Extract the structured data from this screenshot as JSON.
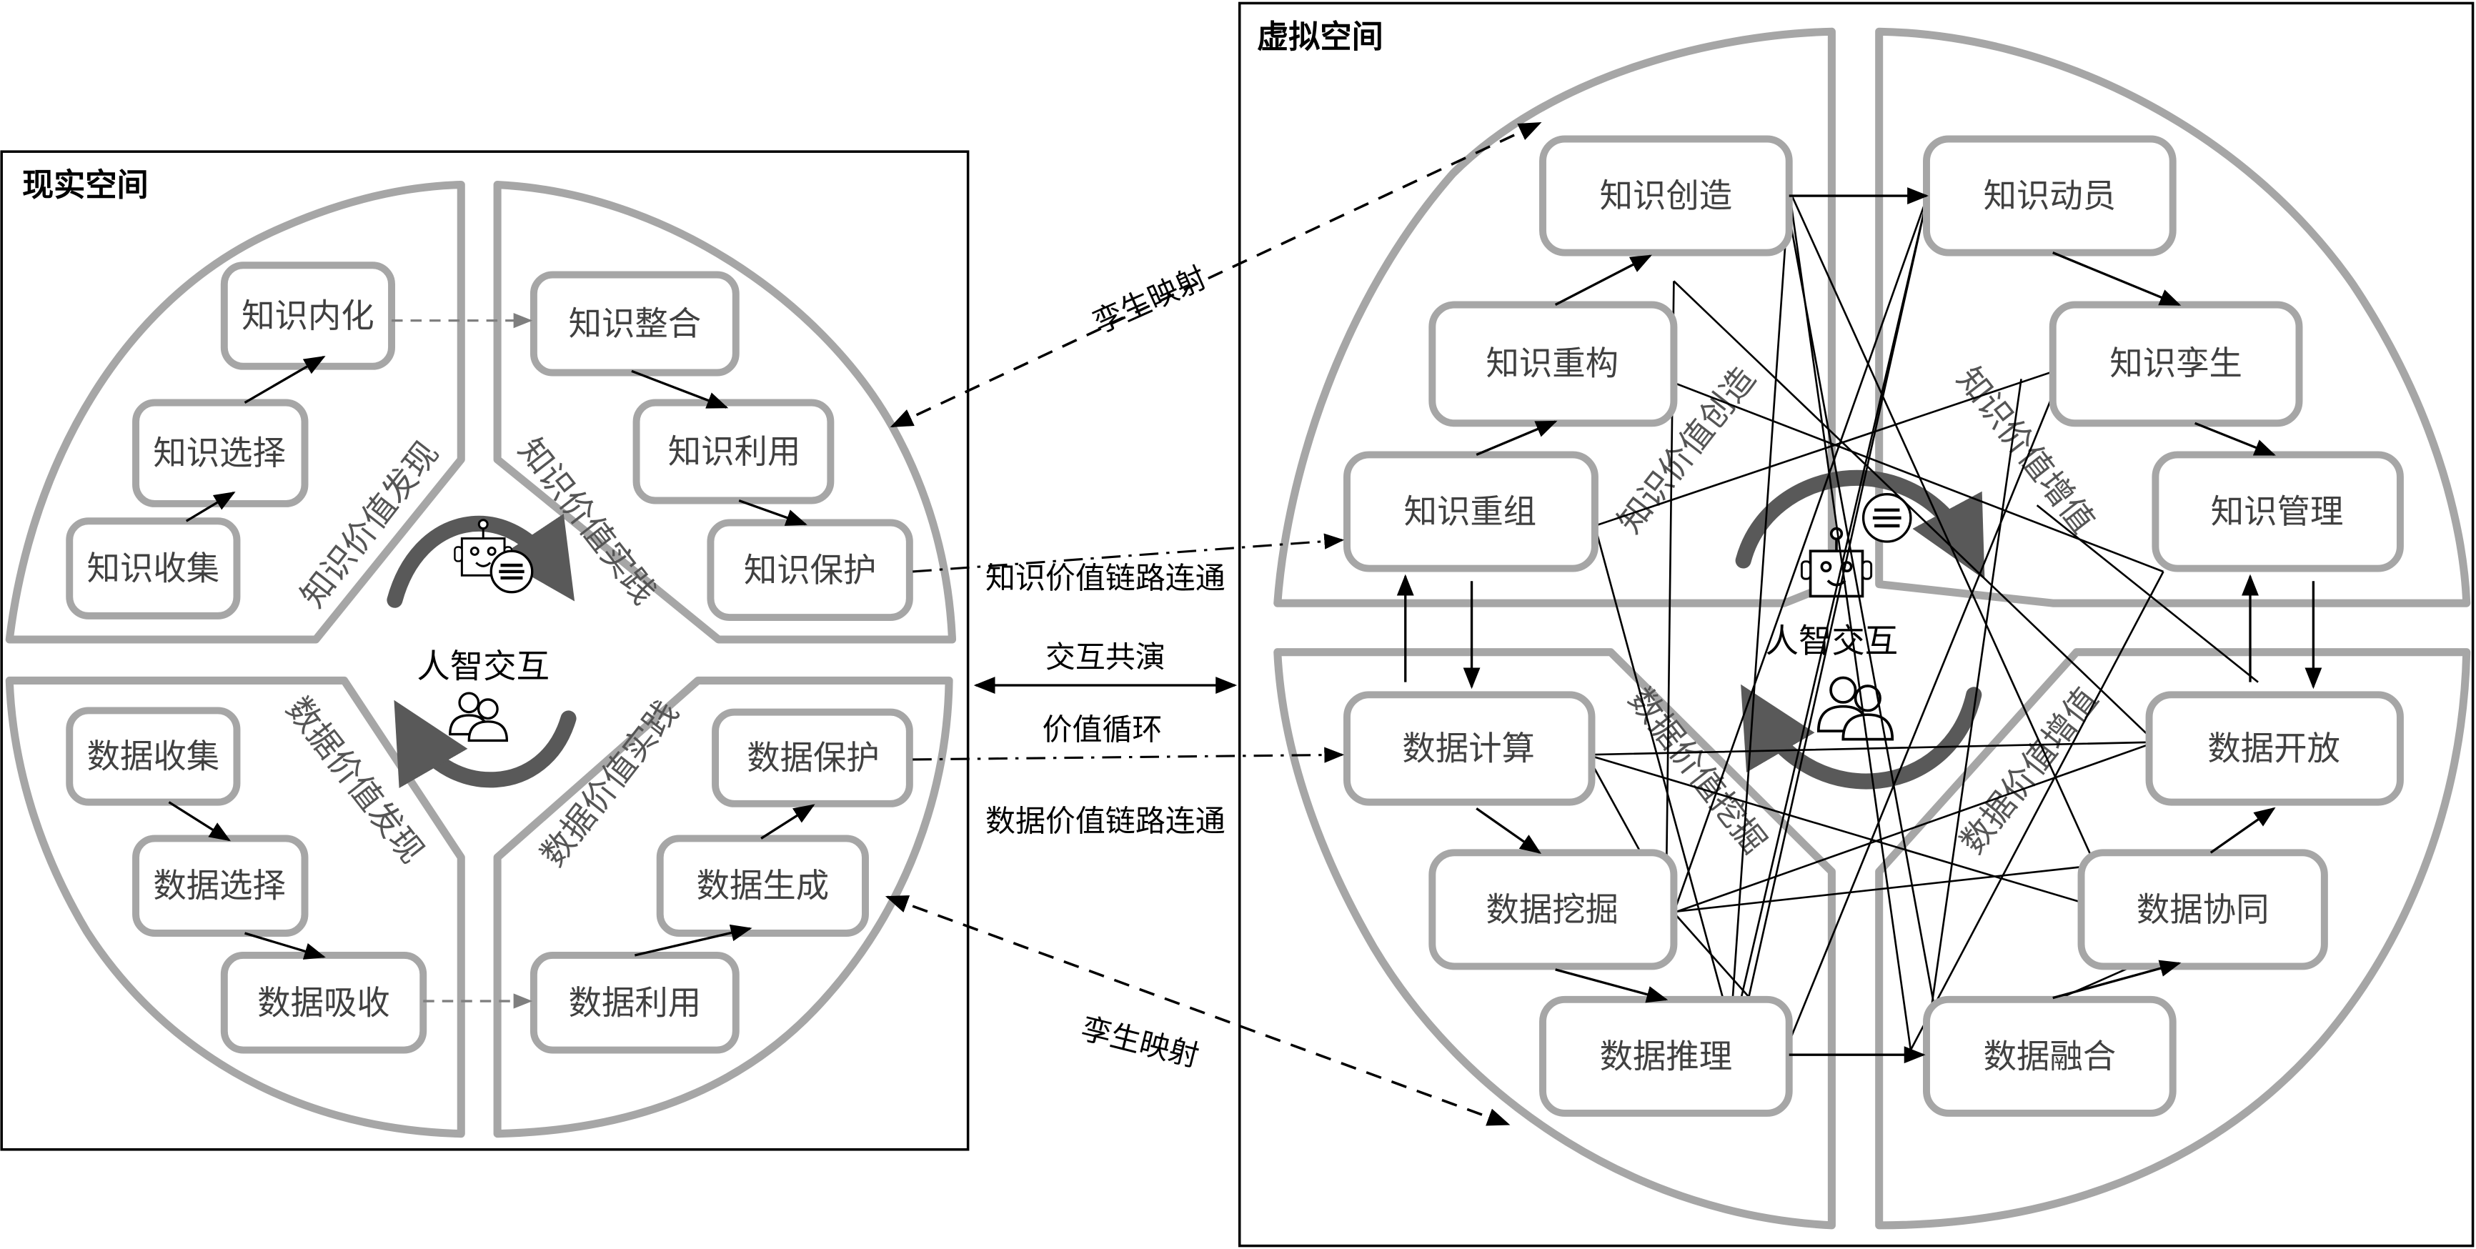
{
  "real_space": {
    "title": "现实空间",
    "center_label": "人智交互",
    "stages": {
      "knowledge_discovery": "知识价值发现",
      "knowledge_practice": "知识价值实践",
      "data_discovery": "数据价值发现",
      "data_practice": "数据价值实践"
    },
    "nodes": {
      "k_collect": "知识收集",
      "k_select": "知识选择",
      "k_internalize": "知识内化",
      "k_integrate": "知识整合",
      "k_use": "知识利用",
      "k_protect": "知识保护",
      "d_collect": "数据收集",
      "d_select": "数据选择",
      "d_absorb": "数据吸收",
      "d_use": "数据利用",
      "d_generate": "数据生成",
      "d_protect": "数据保护"
    }
  },
  "virtual_space": {
    "title": "虚拟空间",
    "center_label": "人智交互",
    "stages": {
      "knowledge_creation": "知识价值创造",
      "knowledge_appreciation": "知识价值增值",
      "data_mining": "数据价值挖掘",
      "data_appreciation": "数据价值增值"
    },
    "nodes": {
      "k_reorganize": "知识重组",
      "k_reconstruct": "知识重构",
      "k_create": "知识创造",
      "k_mobilize": "知识动员",
      "k_twin": "知识孪生",
      "k_manage": "知识管理",
      "d_compute": "数据计算",
      "d_mine": "数据挖掘",
      "d_reason": "数据推理",
      "d_fuse": "数据融合",
      "d_collaborate": "数据协同",
      "d_open": "数据开放"
    }
  },
  "links": {
    "twin_mapping_top": "孪生映射",
    "twin_mapping_bottom": "孪生映射",
    "knowledge_chain": "知识价值链路连通",
    "co_evolution": "交互共演",
    "value_cycle": "价值循环",
    "data_chain": "数据价值链路连通"
  }
}
